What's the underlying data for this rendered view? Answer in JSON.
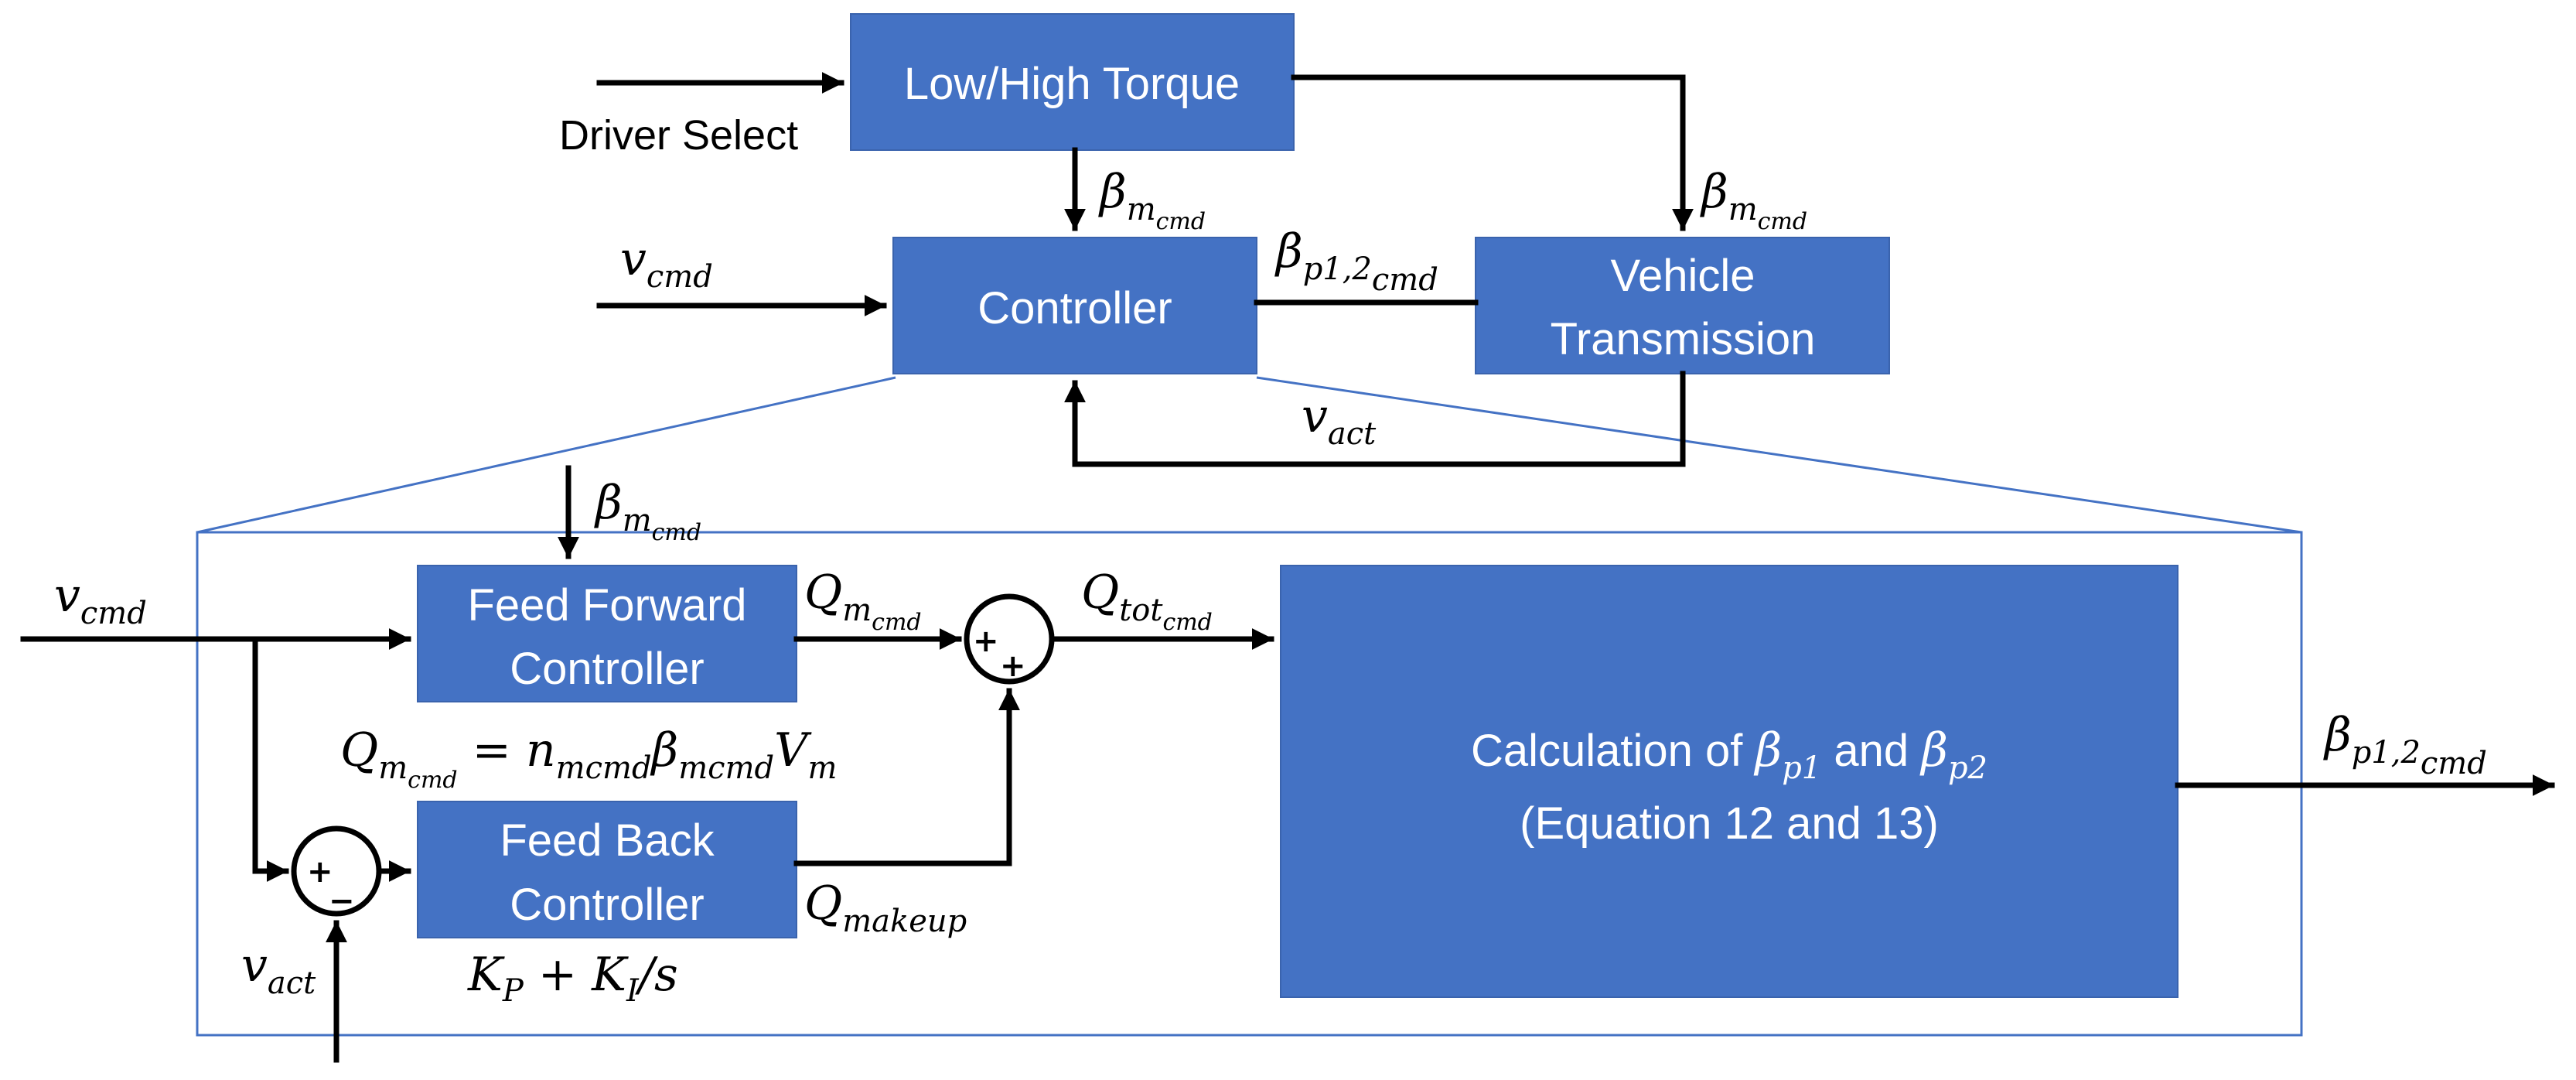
{
  "blocks": {
    "torque_selector": "Low/High Torque",
    "controller": "Controller",
    "vehicle_transmission": [
      "Vehicle",
      "Transmission"
    ],
    "feed_forward": [
      "Feed Forward",
      "Controller"
    ],
    "feed_back": [
      "Feed Back",
      "Controller"
    ],
    "calculation": {
      "line1_prefix": "Calculation of ",
      "beta": "β",
      "p1": "p1",
      "and": " and ",
      "p2": "p2",
      "line2": "(Equation 12 and 13)"
    }
  },
  "labels": {
    "driver_select": "Driver Select",
    "beta": "β",
    "m": "m",
    "cmd": "cmd",
    "v": "v",
    "act": "act",
    "p12": "p1,2",
    "Q": "Q",
    "tot": "tot",
    "makeup": "makeup"
  },
  "equations": {
    "ff_Q": "Q",
    "ff_eq": " = ",
    "ff_n": "n",
    "ff_V": "V",
    "fb_gain": "K",
    "fb_P": "P",
    "fb_plus": " + K",
    "fb_I": "I",
    "fb_s": "/s"
  },
  "summing_signs": {
    "plus": "+",
    "minus": "−"
  }
}
